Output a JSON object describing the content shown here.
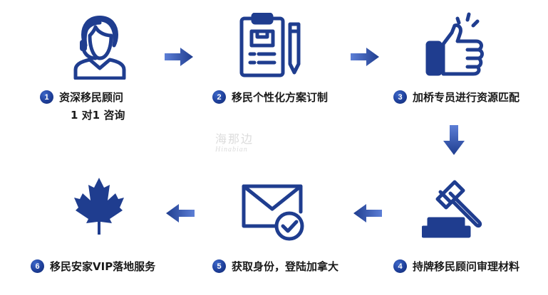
{
  "colors": {
    "icon": "#1f3d8f",
    "arrow": "#1f3d8f",
    "badge": "#1e3f9a",
    "text": "#1a1a1a"
  },
  "watermark": {
    "cn": "海那边",
    "en": "Hinabian"
  },
  "steps": [
    {
      "num": "1",
      "label": "资深移民顾问",
      "sub": "1 对1 咨询",
      "icon": "consultant-headset-icon"
    },
    {
      "num": "2",
      "label": "移民个性化方案订制",
      "icon": "clipboard-pen-icon"
    },
    {
      "num": "3",
      "label": "加桥专员进行资源匹配",
      "icon": "thumbs-up-icon"
    },
    {
      "num": "4",
      "label": "持牌移民顾问审理材料",
      "icon": "gavel-icon"
    },
    {
      "num": "5",
      "label": "获取身份，登陆加拿大",
      "icon": "envelope-check-icon"
    },
    {
      "num": "6",
      "label": "移民安家VIP落地服务",
      "icon": "maple-leaf-icon"
    }
  ]
}
